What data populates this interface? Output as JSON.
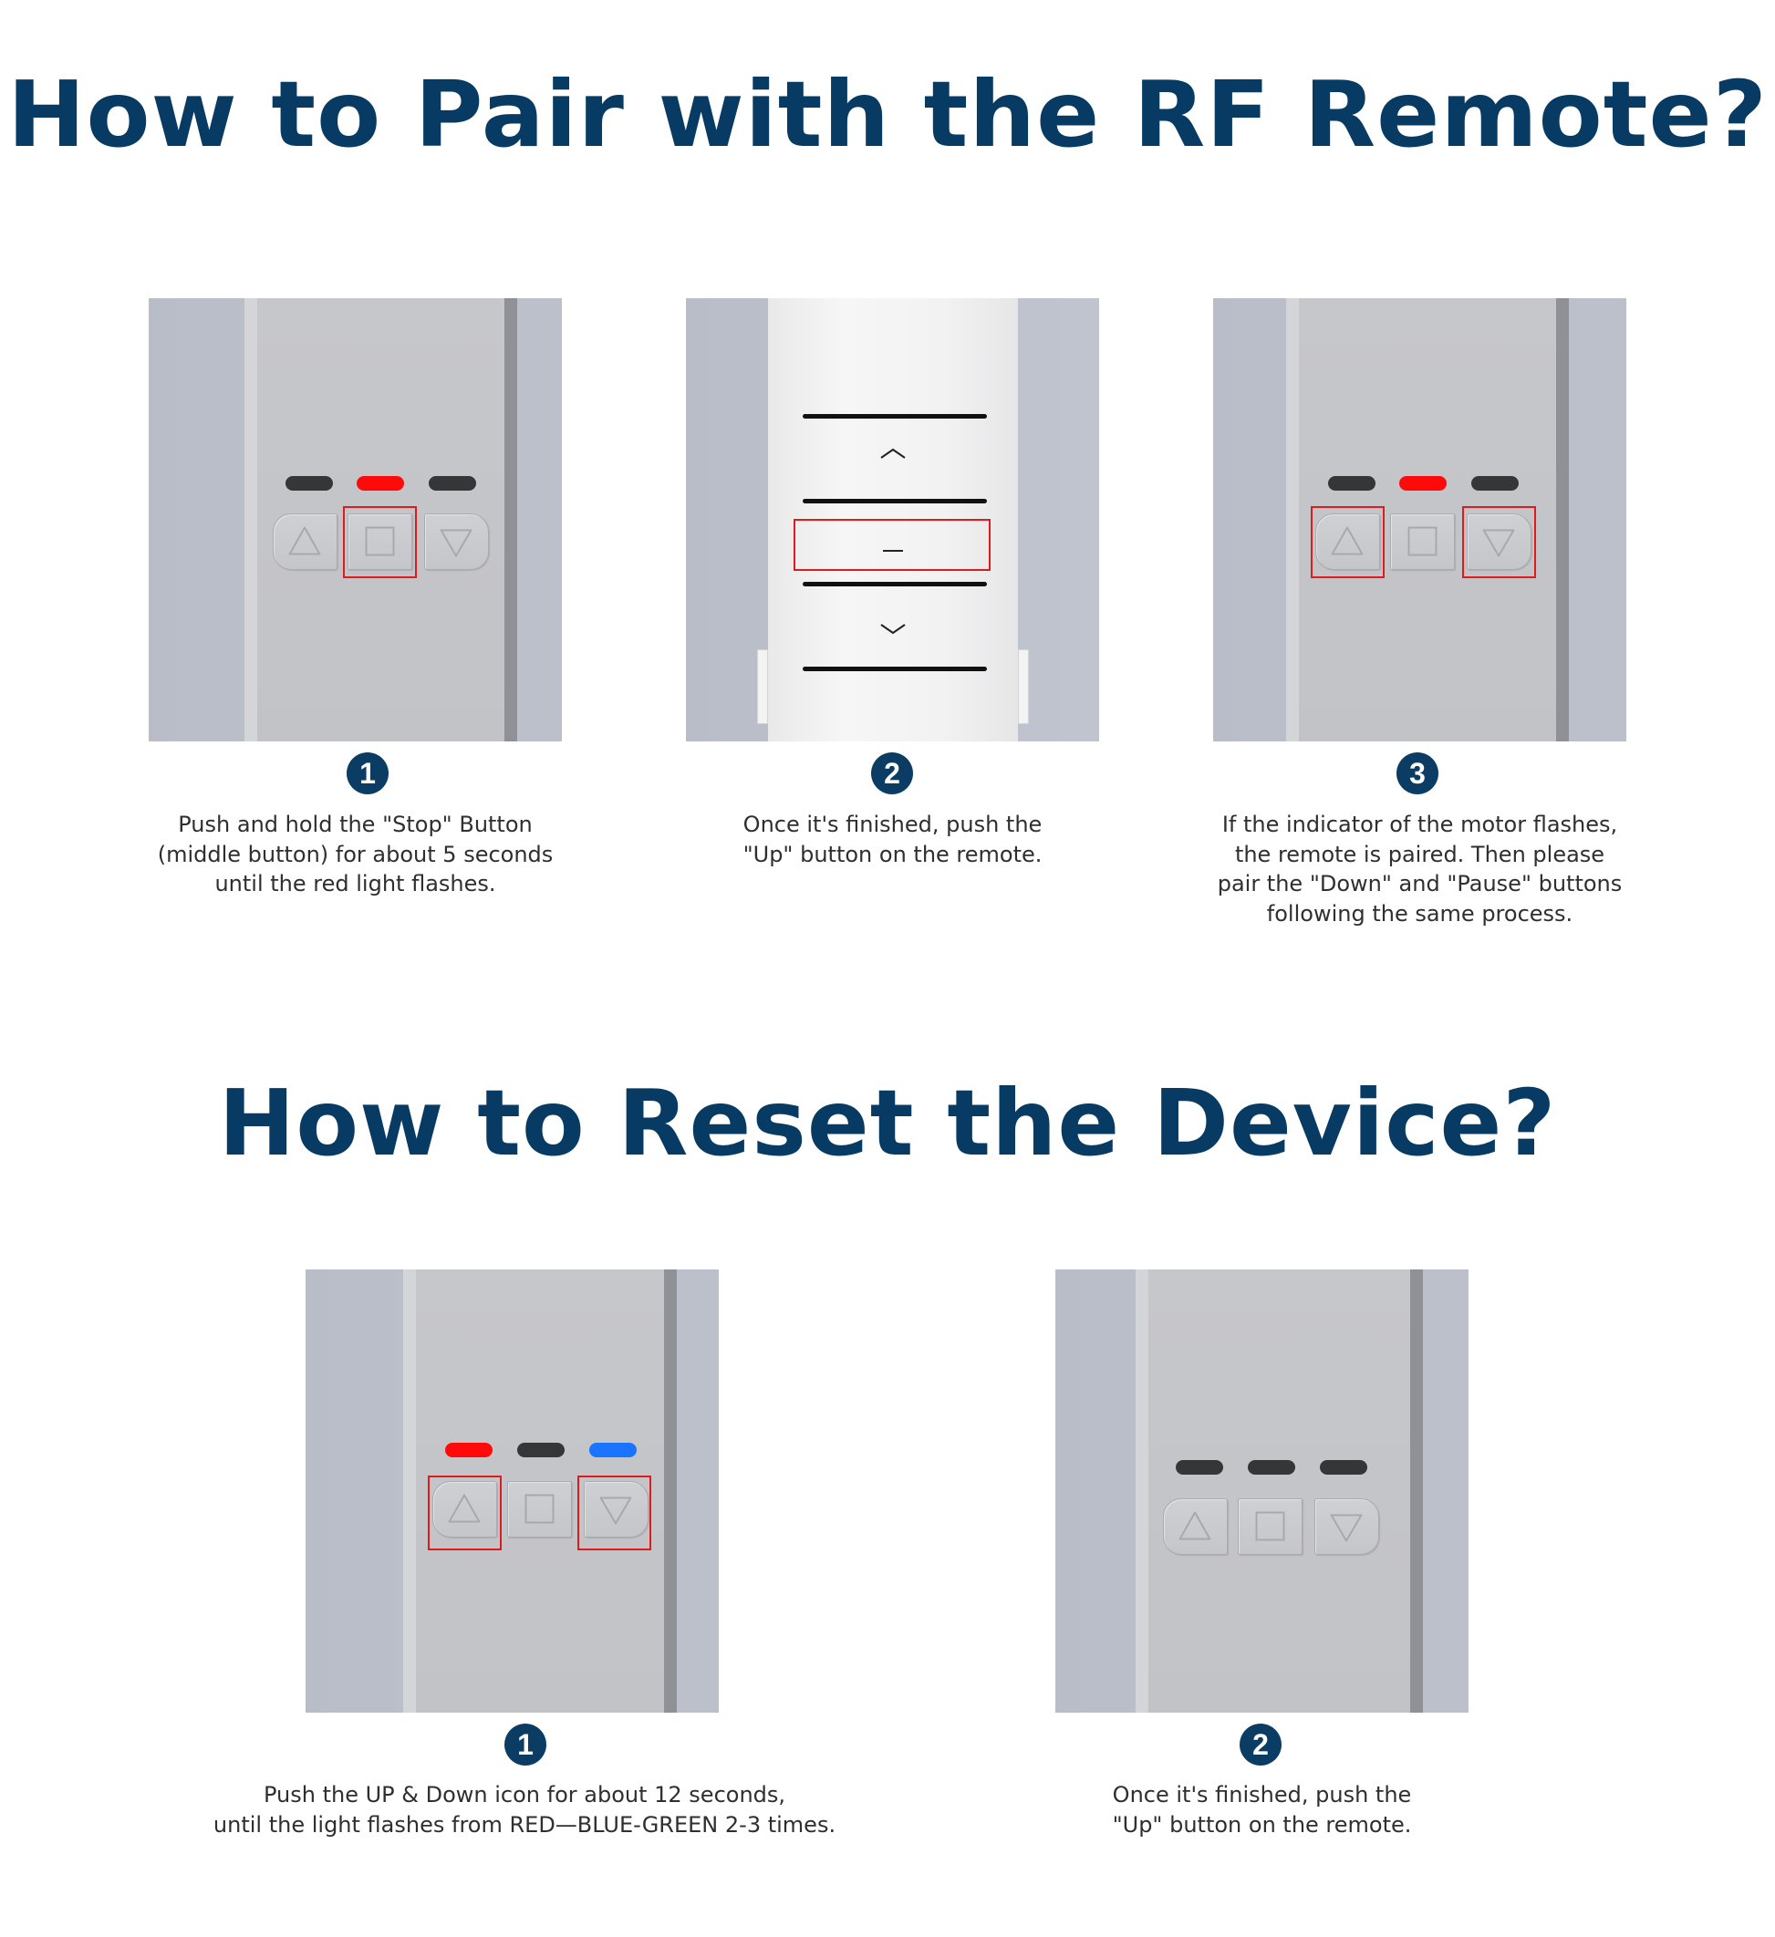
{
  "pair_section": {
    "title": "How to Pair with the RF Remote?",
    "steps": [
      {
        "number": "1",
        "image": "motor-head-stop-button-highlighted",
        "leds": [
          "off",
          "red",
          "off"
        ],
        "highlighted_buttons": [
          "stop"
        ],
        "lines": [
          "Push and hold the \"Stop\" Button",
          "(middle button) for about 5 seconds",
          "until the red light flashes."
        ]
      },
      {
        "number": "2",
        "image": "remote-control-middle-button-highlighted",
        "remote_buttons": [
          "up-chevron",
          "stop-dash",
          "down-chevron"
        ],
        "highlighted_buttons": [
          "stop-dash"
        ],
        "lines": [
          "Once it's finished, push the",
          "\"Up\" button on the remote."
        ]
      },
      {
        "number": "3",
        "image": "motor-head-up-down-highlighted",
        "leds": [
          "off",
          "red",
          "off"
        ],
        "highlighted_buttons": [
          "up",
          "down"
        ],
        "lines": [
          "If the indicator of the motor flashes,",
          "the remote is paired. Then please",
          "pair the \"Down\" and \"Pause\" buttons",
          "following the same process."
        ]
      }
    ]
  },
  "reset_section": {
    "title": "How to Reset the Device?",
    "steps": [
      {
        "number": "1",
        "image": "motor-head-up-down-highlighted",
        "leds": [
          "red",
          "off",
          "blue"
        ],
        "highlighted_buttons": [
          "up",
          "down"
        ],
        "lines": [
          "Push the UP & Down icon for about 12 seconds,",
          "until the light flashes from RED—BLUE-GREEN 2-3 times."
        ]
      },
      {
        "number": "2",
        "image": "motor-head-idle",
        "leds": [
          "off",
          "off",
          "off"
        ],
        "highlighted_buttons": [],
        "lines": [
          "Once it's finished, push the",
          "\"Up\" button on the remote."
        ]
      }
    ]
  },
  "colors": {
    "heading": "#073b63",
    "badge": "#0b3c63",
    "highlight": "#e01b1b",
    "led_red": "#ff0a0a",
    "led_blue": "#1a74ff",
    "led_off": "#38393b"
  }
}
